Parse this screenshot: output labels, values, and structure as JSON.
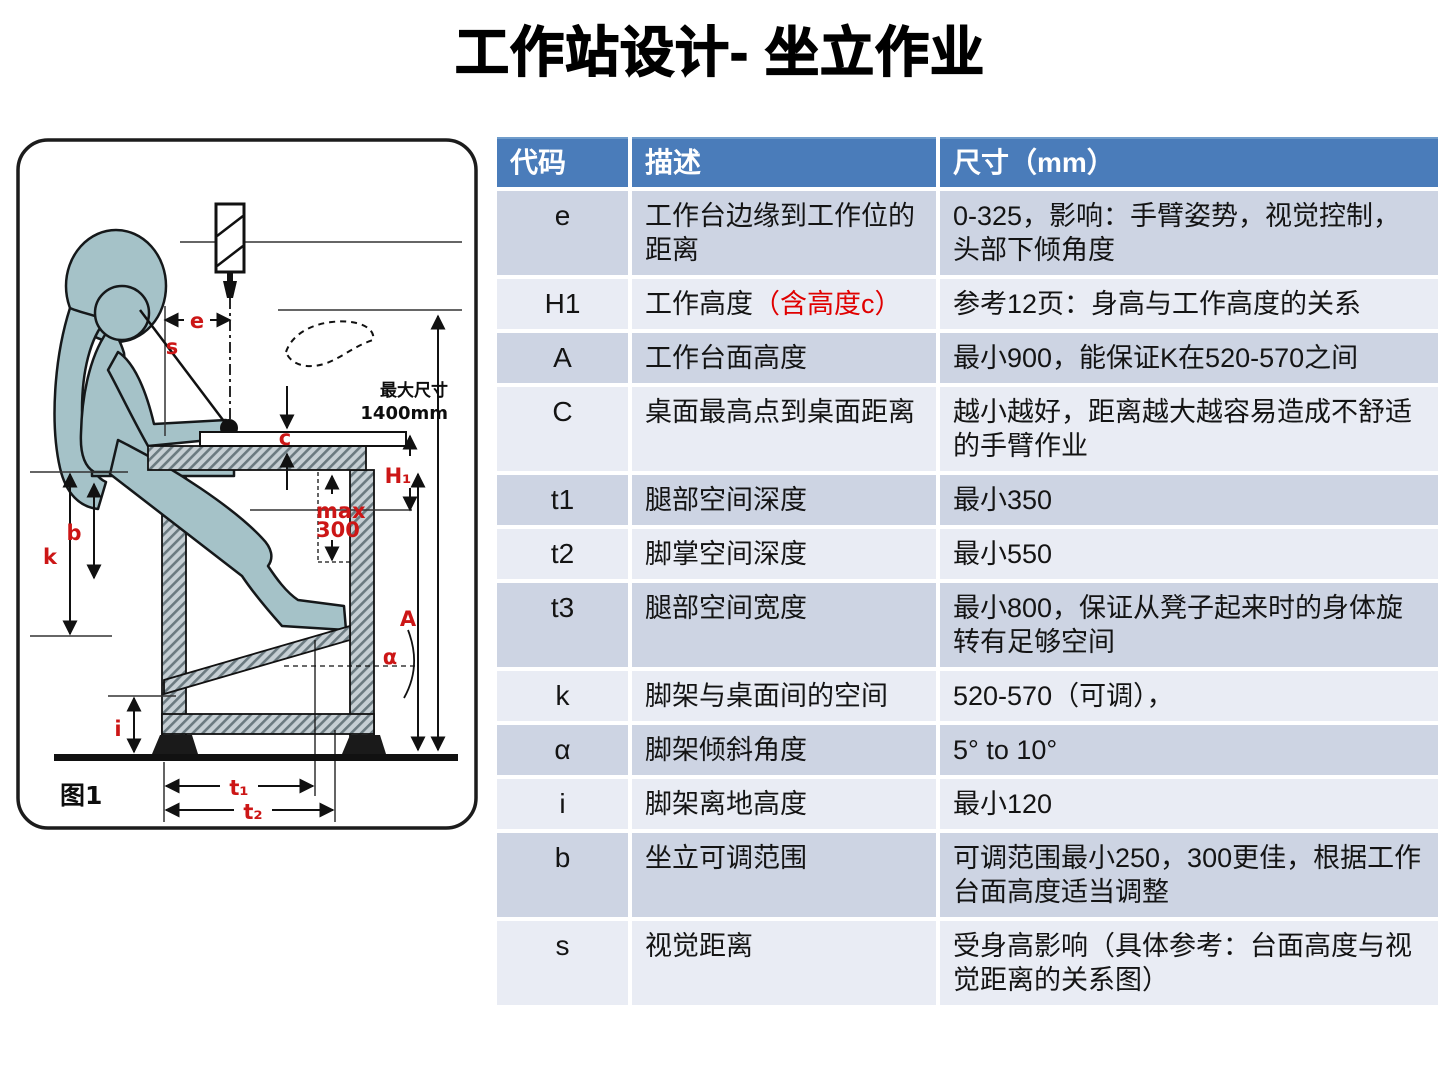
{
  "title": "工作站设计- 坐立作业",
  "colors": {
    "header_bg": "#4a7cba",
    "band_dark": "#cdd4e3",
    "band_light": "#e9ecf4",
    "table_red": "#e00000",
    "figure_red": "#cc1616",
    "figure_fill": "#a5c2c8"
  },
  "figure": {
    "caption": "图1",
    "max_size_line1": "最大尺寸",
    "max_size_line2": "1400mm",
    "labels": {
      "e": "e",
      "s": "s",
      "c": "c",
      "h1": "H₁",
      "max1": "max",
      "max2": "300",
      "k": "k",
      "b": "b",
      "a": "A",
      "alpha": "α",
      "i": "i",
      "t1": "t₁",
      "t2": "t₂"
    }
  },
  "table": {
    "headers": [
      "代码",
      "描述",
      "尺寸（mm）"
    ],
    "rows": [
      {
        "code": "e",
        "desc": "工作台边缘到工作位的距离",
        "desc_red": "",
        "size": "0-325，影响：手臂姿势，视觉控制，头部下倾角度"
      },
      {
        "code": "H1",
        "desc": "工作高度",
        "desc_red": "（含高度c）",
        "size": "参考12页：身高与工作高度的关系"
      },
      {
        "code": "A",
        "desc": "工作台面高度",
        "desc_red": "",
        "size": "最小900，能保证K在520-570之间"
      },
      {
        "code": "C",
        "desc": "桌面最高点到桌面距离",
        "desc_red": "",
        "size": "越小越好，距离越大越容易造成不舒适的手臂作业"
      },
      {
        "code": "t1",
        "desc": "腿部空间深度",
        "desc_red": "",
        "size": "最小350"
      },
      {
        "code": "t2",
        "desc": "脚掌空间深度",
        "desc_red": "",
        "size": "最小550"
      },
      {
        "code": "t3",
        "desc": "腿部空间宽度",
        "desc_red": "",
        "size": "最小800，保证从凳子起来时的身体旋转有足够空间"
      },
      {
        "code": "k",
        "desc": "脚架与桌面间的空间",
        "desc_red": "",
        "size": "520-570（可调），"
      },
      {
        "code": "α",
        "desc": "脚架倾斜角度",
        "desc_red": "",
        "size": "5° to 10°"
      },
      {
        "code": "i",
        "desc": "脚架离地高度",
        "desc_red": "",
        "size": "最小120"
      },
      {
        "code": "b",
        "desc": "坐立可调范围",
        "desc_red": "",
        "size": "可调范围最小250，300更佳，根据工作台面高度适当调整"
      },
      {
        "code": "s",
        "desc": "视觉距离",
        "desc_red": "",
        "size": "受身高影响（具体参考：台面高度与视觉距离的关系图）"
      }
    ]
  }
}
